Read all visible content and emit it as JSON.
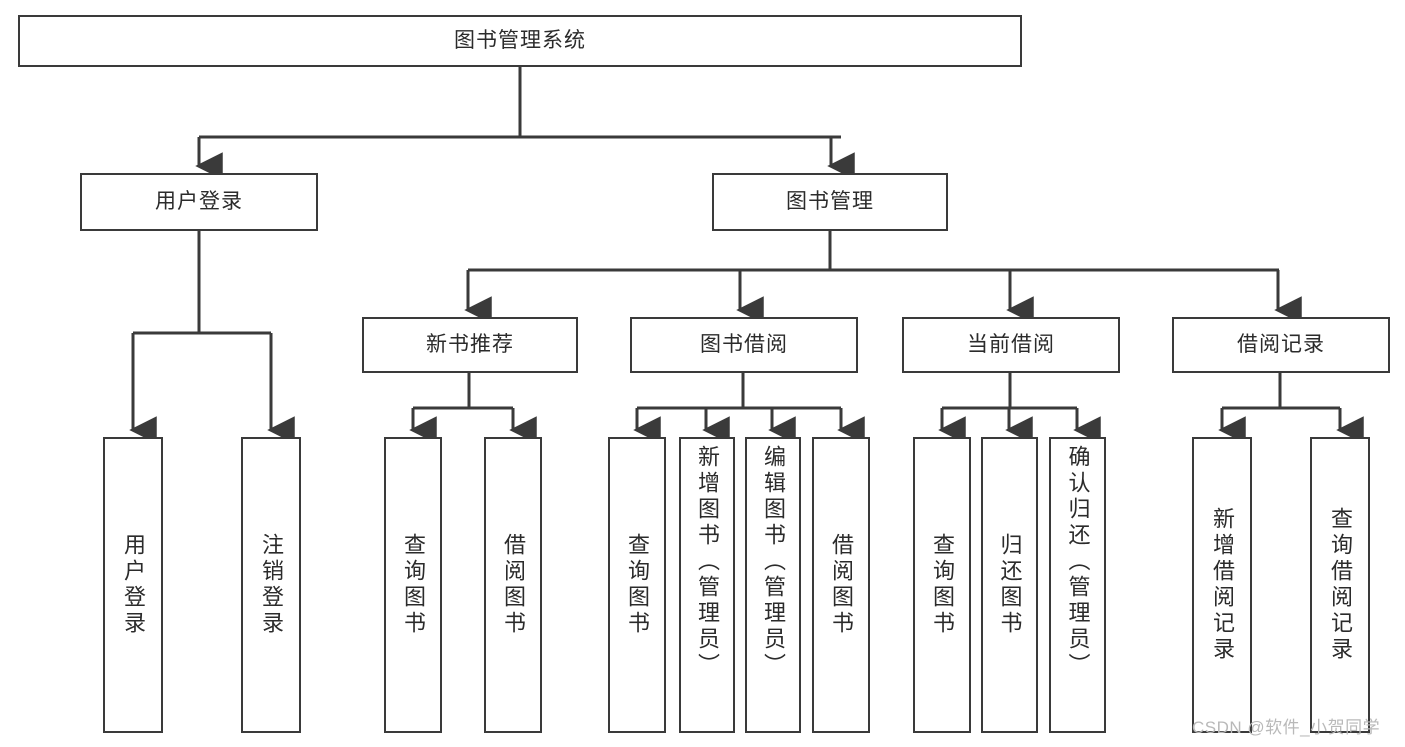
{
  "diagram": {
    "title_node": {
      "label": "图书管理系统"
    },
    "level1": [
      {
        "id": "user-login",
        "label": "用户登录"
      },
      {
        "id": "book-management",
        "label": "图书管理"
      }
    ],
    "level2": [
      {
        "id": "new-book-recommend",
        "label": "新书推荐"
      },
      {
        "id": "book-borrow",
        "label": "图书借阅"
      },
      {
        "id": "current-borrow",
        "label": "当前借阅"
      },
      {
        "id": "borrow-record",
        "label": "借阅记录"
      }
    ],
    "leaves": [
      {
        "id": "leaf-user-login",
        "label": "用户登录",
        "align": "center"
      },
      {
        "id": "leaf-logout",
        "label": "注销登录",
        "align": "center"
      },
      {
        "id": "leaf-query-book-1",
        "label": "查询图书",
        "align": "center"
      },
      {
        "id": "leaf-borrow-book-1",
        "label": "借阅图书",
        "align": "center"
      },
      {
        "id": "leaf-query-book-2",
        "label": "查询图书",
        "align": "center"
      },
      {
        "id": "leaf-add-book",
        "label": "新增图书（管理员）",
        "align": "top"
      },
      {
        "id": "leaf-edit-book",
        "label": "编辑图书（管理员）",
        "align": "top"
      },
      {
        "id": "leaf-borrow-book-2",
        "label": "借阅图书",
        "align": "center"
      },
      {
        "id": "leaf-query-book-3",
        "label": "查询图书",
        "align": "center"
      },
      {
        "id": "leaf-return-book",
        "label": "归还图书",
        "align": "center"
      },
      {
        "id": "leaf-confirm-return",
        "label": "确认归还（管理员）",
        "align": "top"
      },
      {
        "id": "leaf-add-record",
        "label": "新增借阅记录",
        "align": "center"
      },
      {
        "id": "leaf-query-record",
        "label": "查询借阅记录",
        "align": "center"
      }
    ],
    "watermark": "CSDN @软件_小贺同学",
    "colors": {
      "stroke": "#3a3a3a",
      "fill": "#ffffff",
      "text": "#2b2b2b",
      "watermark": "#b9b9b9"
    }
  }
}
